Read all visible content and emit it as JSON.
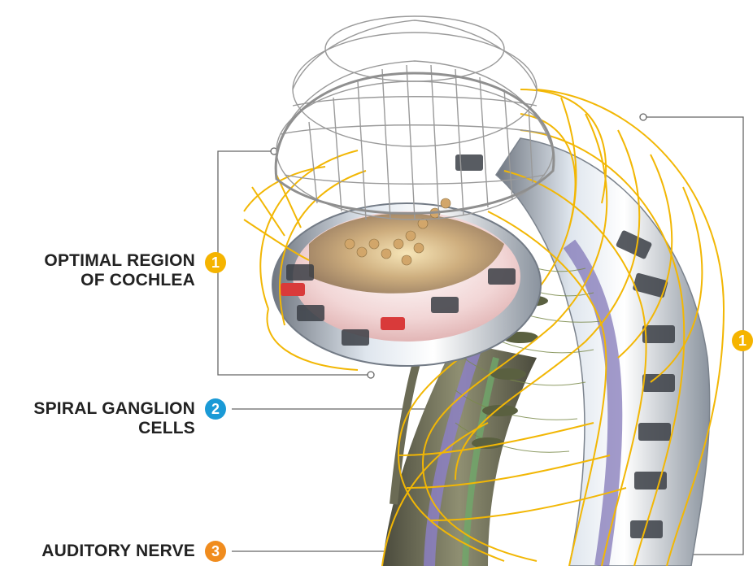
{
  "labels": {
    "optimal_region": {
      "line1": "OPTIMAL REGION",
      "line2": "OF COCHLEA",
      "badge": "1"
    },
    "spiral_ganglion": {
      "line1": "SPIRAL GANGLION",
      "line2": "CELLS",
      "badge": "2"
    },
    "auditory_nerve": {
      "line1": "AUDITORY NERVE",
      "badge": "3"
    },
    "right_region": {
      "badge": "1"
    }
  },
  "colors": {
    "badge_1": "#f5b400",
    "badge_2": "#1a9ad6",
    "badge_3": "#f08c1e",
    "wireframe_gold": "#f2b705",
    "wireframe_gray": "#9a9a9a",
    "leader_line": "#666666"
  },
  "icons": {
    "illustration": "cochlea-3d-cutaway"
  }
}
